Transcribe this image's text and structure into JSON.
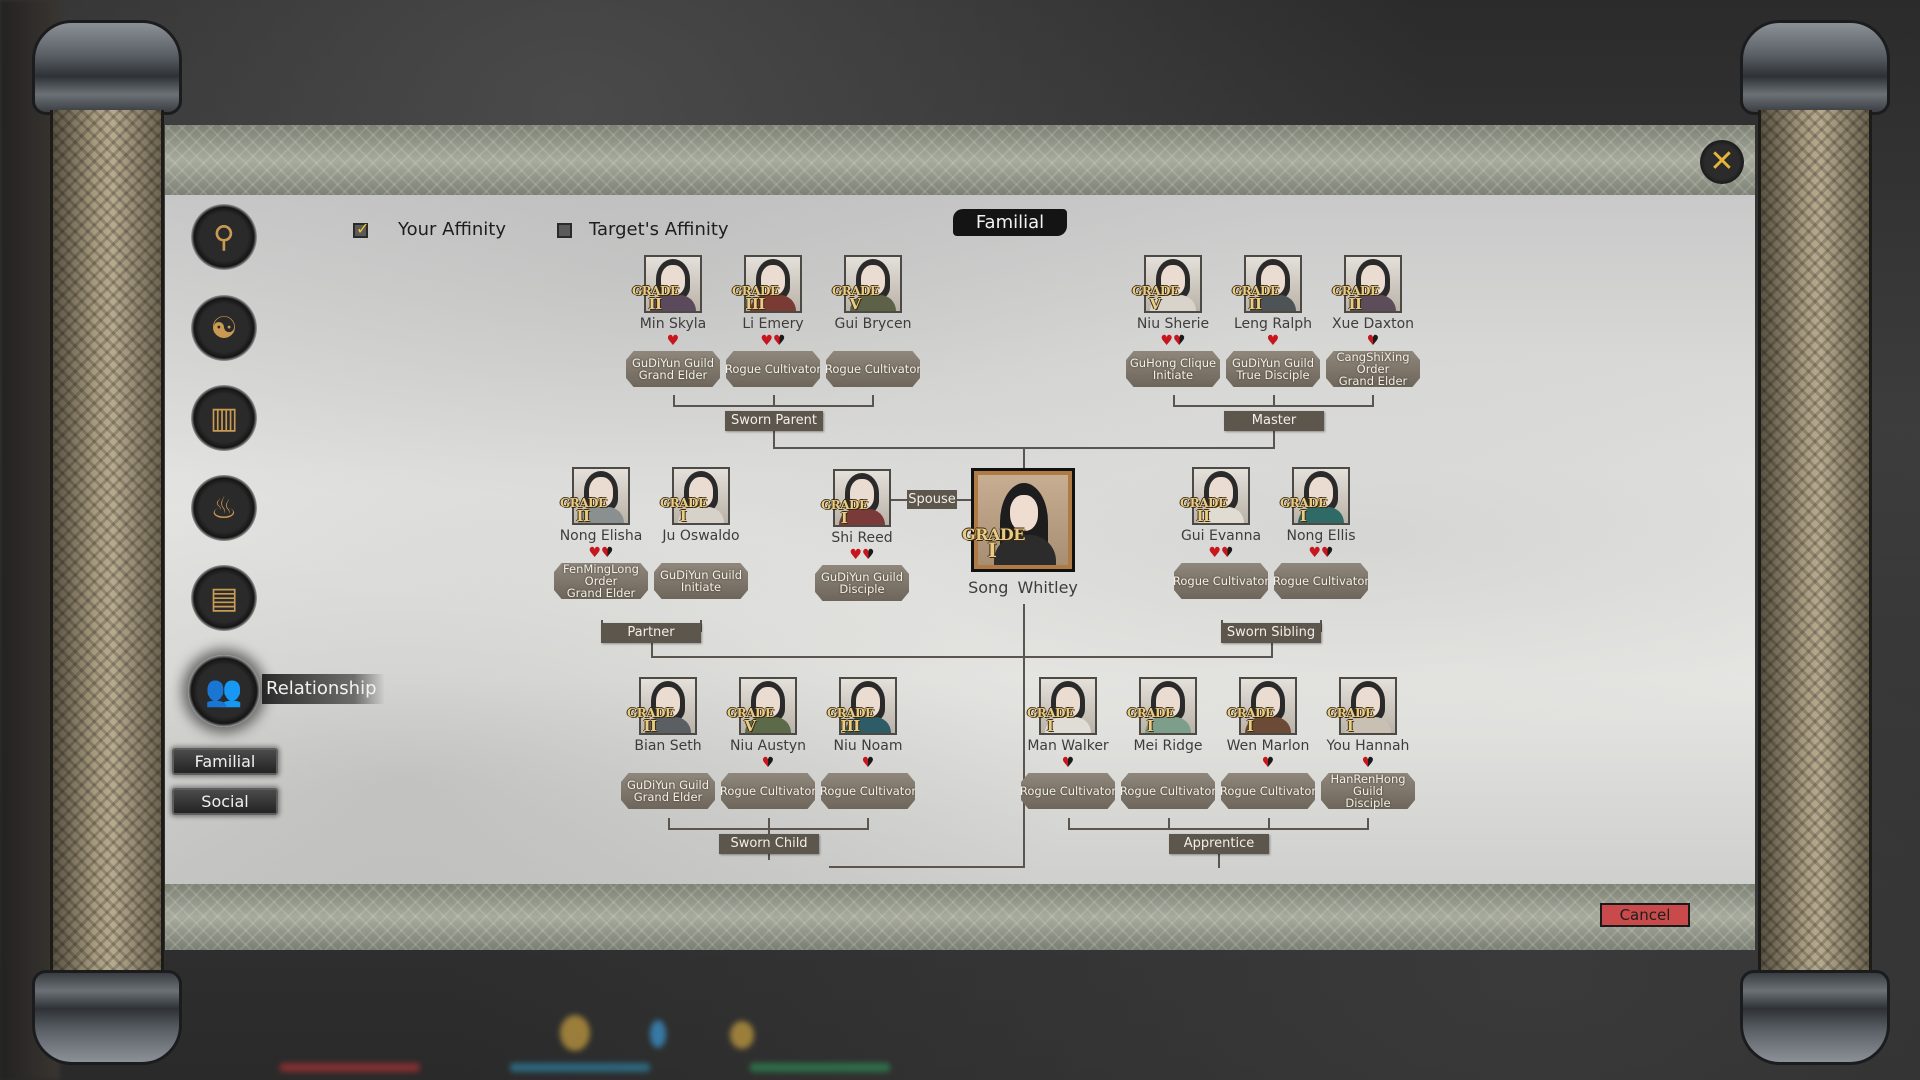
{
  "window": {
    "close_label": "✕"
  },
  "affinity": {
    "your_affinity": {
      "label": "Your Affinity",
      "checked": true
    },
    "target_affinity": {
      "label": "Target's Affinity",
      "checked": false
    }
  },
  "section_title": "Familial",
  "nav": {
    "buttons": [
      {
        "id": "body",
        "icon": "body-icon",
        "glyph": "⚲"
      },
      {
        "id": "yin-yang",
        "icon": "yin-yang-icon",
        "glyph": "☯"
      },
      {
        "id": "skills",
        "icon": "bamboo-scroll-icon",
        "glyph": "▥"
      },
      {
        "id": "inventory",
        "icon": "pouch-icon",
        "glyph": "♨"
      },
      {
        "id": "book",
        "icon": "book-icon",
        "glyph": "▤"
      },
      {
        "id": "relationship",
        "icon": "people-icon",
        "glyph": "👥",
        "label": "Relationship",
        "active": true
      }
    ],
    "sub_tabs": [
      {
        "label": "Familial",
        "active": true
      },
      {
        "label": "Social",
        "active": false
      }
    ]
  },
  "main_character": {
    "name": "Song  Whitley",
    "grade_label": "GRADE",
    "grade": "I"
  },
  "relations": {
    "sworn_parent": {
      "label": "Sworn Parent",
      "members": [
        {
          "name": "Min Skyla",
          "grade": "II",
          "hearts": [
            "full"
          ],
          "title": [
            "GuDiYun Guild",
            "Grand Elder"
          ]
        },
        {
          "name": "Li Emery",
          "grade": "III",
          "hearts": [
            "full",
            "half"
          ],
          "title": [
            "Rogue Cultivator"
          ]
        },
        {
          "name": "Gui Brycen",
          "grade": "V",
          "hearts": [],
          "title": [
            "Rogue Cultivator"
          ]
        }
      ]
    },
    "master": {
      "label": "Master",
      "members": [
        {
          "name": "Niu Sherie",
          "grade": "V",
          "hearts": [
            "full",
            "half"
          ],
          "title": [
            "GuHong Clique",
            "Initiate"
          ]
        },
        {
          "name": "Leng Ralph",
          "grade": "II",
          "hearts": [
            "full"
          ],
          "title": [
            "GuDiYun Guild",
            "True Disciple"
          ]
        },
        {
          "name": "Xue Daxton",
          "grade": "II",
          "hearts": [
            "half"
          ],
          "title": [
            "CangShiXing",
            "Order",
            "Grand Elder"
          ]
        }
      ]
    },
    "partner": {
      "label": "Partner",
      "members": [
        {
          "name": "Nong Elisha",
          "grade": "II",
          "hearts": [
            "full",
            "half"
          ],
          "title": [
            "FenMingLong",
            "Order",
            "Grand Elder"
          ]
        },
        {
          "name": "Ju Oswaldo",
          "grade": "I",
          "hearts": [],
          "title": [
            "GuDiYun Guild",
            "Initiate"
          ]
        }
      ]
    },
    "spouse": {
      "label": "Spouse",
      "members": [
        {
          "name": "Shi Reed",
          "grade": "I",
          "hearts": [
            "full",
            "half"
          ],
          "title": [
            "GuDiYun Guild",
            "Disciple"
          ]
        }
      ]
    },
    "sworn_sibling": {
      "label": "Sworn Sibling",
      "members": [
        {
          "name": "Gui Evanna",
          "grade": "II",
          "hearts": [
            "full",
            "half"
          ],
          "title": [
            "Rogue Cultivator"
          ]
        },
        {
          "name": "Nong Ellis",
          "grade": "I",
          "hearts": [
            "full",
            "half"
          ],
          "title": [
            "Rogue Cultivator"
          ]
        }
      ]
    },
    "sworn_child": {
      "label": "Sworn Child",
      "members": [
        {
          "name": "Bian Seth",
          "grade": "II",
          "hearts": [],
          "title": [
            "GuDiYun Guild",
            "Grand Elder"
          ]
        },
        {
          "name": "Niu Austyn",
          "grade": "V",
          "hearts": [
            "half"
          ],
          "title": [
            "Rogue Cultivator"
          ]
        },
        {
          "name": "Niu Noam",
          "grade": "III",
          "hearts": [
            "half"
          ],
          "title": [
            "Rogue Cultivator"
          ]
        }
      ]
    },
    "apprentice": {
      "label": "Apprentice",
      "members": [
        {
          "name": "Man Walker",
          "grade": "I",
          "hearts": [
            "half"
          ],
          "title": [
            "Rogue Cultivator"
          ]
        },
        {
          "name": "Mei Ridge",
          "grade": "I",
          "hearts": [],
          "title": [
            "Rogue Cultivator"
          ]
        },
        {
          "name": "Wen Marlon",
          "grade": "I",
          "hearts": [
            "half"
          ],
          "title": [
            "Rogue Cultivator"
          ]
        },
        {
          "name": "You Hannah",
          "grade": "I",
          "hearts": [
            "half"
          ],
          "title": [
            "HanRenHong",
            "Guild",
            "Disciple"
          ]
        }
      ]
    }
  },
  "grade_label": "GRADE",
  "heart_glyph": "♥",
  "footer": {
    "cancel_label": "Cancel"
  },
  "colors": {
    "heart_red": "#c8161d",
    "cancel_red": "#c84a4a",
    "grade_gold": "#e8cc86",
    "label_bg": "#5c564d"
  }
}
